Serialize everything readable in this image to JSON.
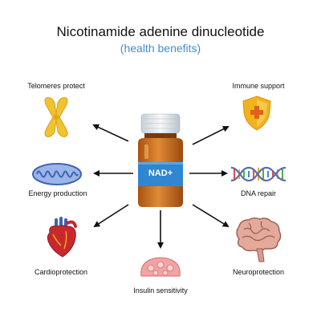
{
  "title": "Nicotinamide adenine dinucleotide",
  "subtitle": "(health benefits)",
  "center": {
    "label": "NAD+",
    "icon": "medicine-bottle-icon"
  },
  "benefits": [
    {
      "key": "telomeres",
      "label": "Telomeres protect",
      "icon": "chromosome-icon"
    },
    {
      "key": "immune",
      "label": "Immune support",
      "icon": "shield-icon"
    },
    {
      "key": "energy",
      "label": "Energy production",
      "icon": "mitochondrion-icon"
    },
    {
      "key": "dna",
      "label": "DNA repair",
      "icon": "dna-helix-icon"
    },
    {
      "key": "cardio",
      "label": "Cardioprotection",
      "icon": "heart-icon"
    },
    {
      "key": "neuro",
      "label": "Neuroprotection",
      "icon": "brain-icon"
    },
    {
      "key": "insulin",
      "label": "Insulin sensitivity",
      "icon": "pancreas-icon"
    }
  ],
  "colors": {
    "subtitle": "#3d8fd6",
    "arrow": "#111111",
    "bottle": "#c76a1e",
    "cap": "#e9eef3",
    "nad_band": "#2f86d1",
    "chromosome": "#f1c231",
    "shield": "#f2b21b",
    "mitochondrion": "#3d63b8",
    "heart": "#c9272e",
    "brain": "#d99a8a",
    "pancreas": "#f2a3a3"
  }
}
